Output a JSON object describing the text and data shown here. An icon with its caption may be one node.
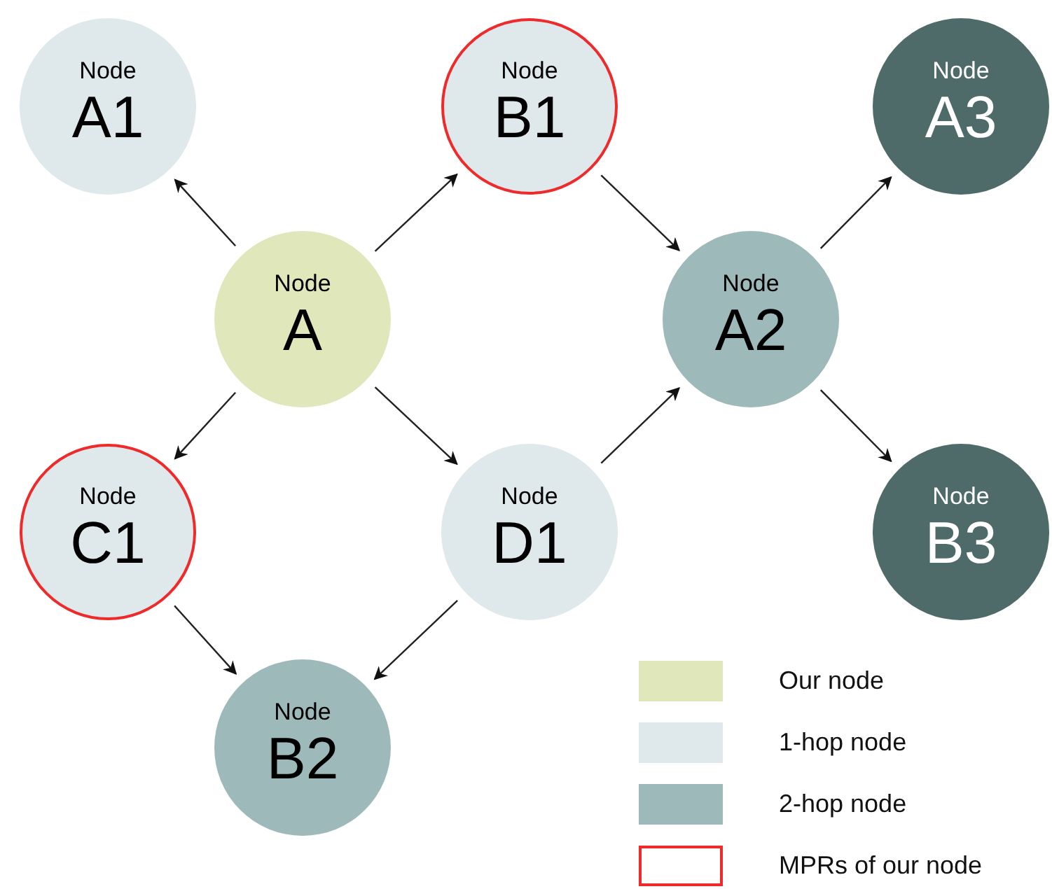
{
  "diagram": {
    "nodes": [
      {
        "text": [
          "Node",
          "A1"
        ]
      },
      {
        "text": [
          "Node",
          "B1"
        ]
      },
      {
        "text": [
          "Node",
          "A3"
        ]
      },
      {
        "text": [
          "Node",
          "A"
        ]
      },
      {
        "text": [
          "Node",
          "A2"
        ]
      },
      {
        "text": [
          "Node",
          "C1"
        ]
      },
      {
        "text": [
          "Node",
          "D1"
        ]
      },
      {
        "text": [
          "Node",
          "B3"
        ]
      },
      {
        "text": [
          "Node",
          "B2"
        ]
      }
    ],
    "edges": [
      {
        "from": 3,
        "to": 0,
        "arrow": "to"
      },
      {
        "from": 3,
        "to": 1,
        "arrow": "to"
      },
      {
        "from": 3,
        "to": 5,
        "arrow": "to"
      },
      {
        "from": 3,
        "to": 6,
        "arrow": "to"
      },
      {
        "from": 1,
        "to": 4,
        "arrow": "to"
      },
      {
        "from": 6,
        "to": 4,
        "arrow": "to"
      },
      {
        "from": 4,
        "to": 2,
        "arrow": "to"
      },
      {
        "from": 4,
        "to": 7,
        "arrow": "to"
      },
      {
        "from": 5,
        "to": 8,
        "arrow": "to"
      },
      {
        "from": 6,
        "to": 8,
        "arrow": "to"
      }
    ],
    "legend": [
      {
        "text": "Our node",
        "color": "#e0e8bb"
      },
      {
        "text": "1-hop node",
        "color": "#dfe8ea"
      },
      {
        "text": "2-hop node",
        "color": "#9eb9b9"
      },
      {
        "text": "MPRs of our node"
      }
    ]
  }
}
